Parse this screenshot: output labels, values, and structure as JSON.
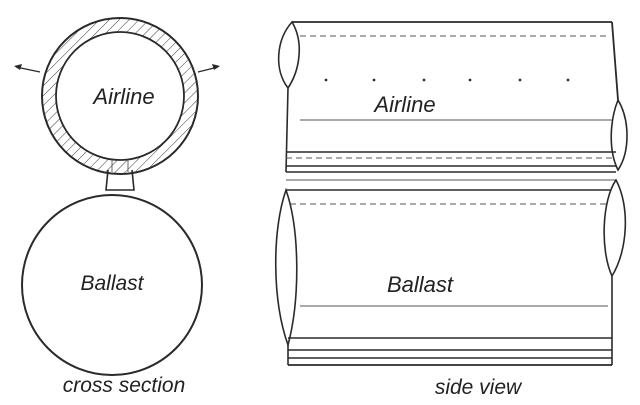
{
  "cross_section": {
    "airline_label": "Airline",
    "ballast_label": "Ballast",
    "caption": "cross section"
  },
  "side_view": {
    "airline_label": "Airline",
    "ballast_label": "Ballast",
    "caption": "side view"
  },
  "colors": {
    "line": "#2a2a2a",
    "background": "#ffffff"
  }
}
